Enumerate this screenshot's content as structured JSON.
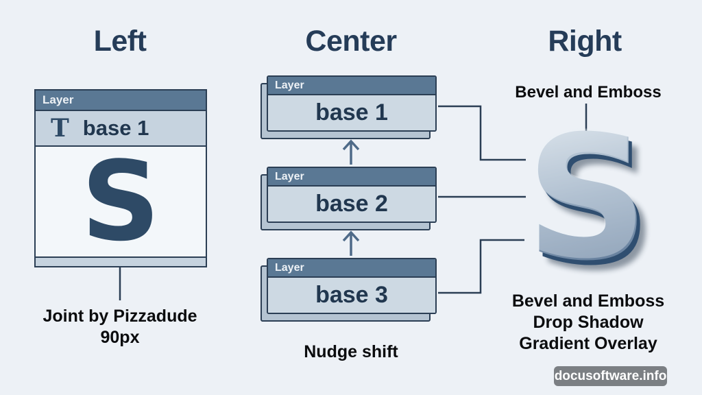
{
  "columns": {
    "left": {
      "heading": "Left",
      "panel": {
        "header": "Layer",
        "layer_row": {
          "type_icon": "T",
          "name": "base 1"
        },
        "canvas_letter": "S"
      },
      "caption_line1": "Joint by Pizzadude",
      "caption_line2": "90px"
    },
    "center": {
      "heading": "Center",
      "cards": [
        {
          "header": "Layer",
          "name": "base 1"
        },
        {
          "header": "Layer",
          "name": "base 2"
        },
        {
          "header": "Layer",
          "name": "base 3"
        }
      ],
      "caption": "Nudge shift"
    },
    "right": {
      "heading": "Right",
      "top_label": "Bevel and Emboss",
      "letter": "S",
      "effects_line1": "Bevel and Emboss",
      "effects_line2": "Drop Shadow",
      "effects_line3": "Gradient Overlay"
    }
  },
  "watermark": {
    "text": "docusoftware.info"
  },
  "colors": {
    "background": "#edf1f6",
    "heading_navy": "#253c58",
    "panel_header": "#5a7894",
    "panel_body": "#cbd7e2",
    "panel_border": "#2b3e54",
    "canvas_white": "#f3f7fa",
    "letter_navy": "#2e4a66",
    "caption_black": "#0b0c0e",
    "arrow_slate": "#4e6a88",
    "s3d_gradient_light": "#cdd8e2",
    "s3d_gradient_dark": "#597494",
    "badge_bg": "#7b7f83",
    "badge_text": "#ffffff"
  }
}
